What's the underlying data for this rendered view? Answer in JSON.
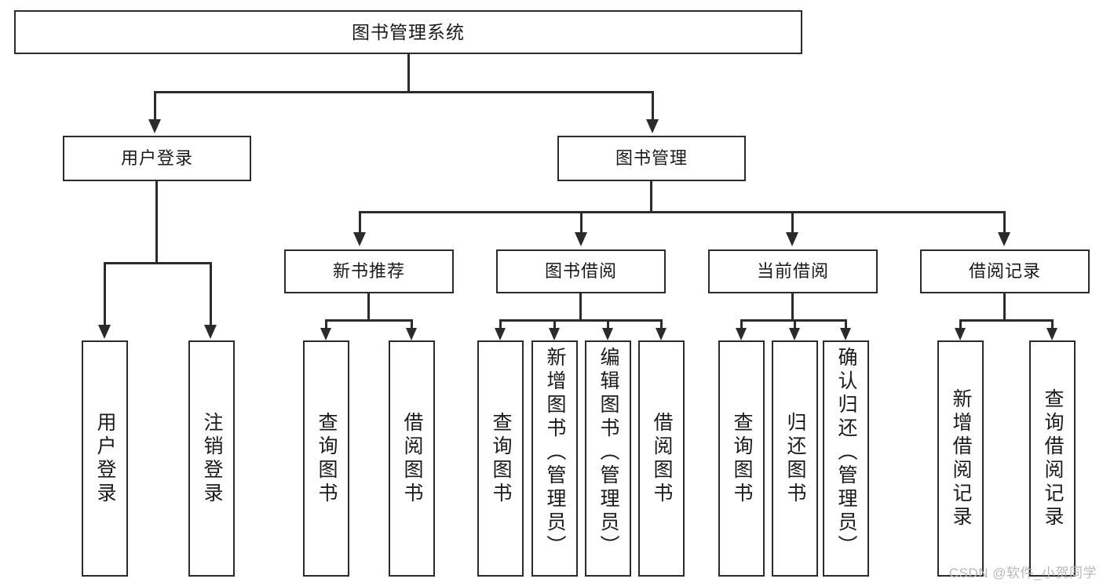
{
  "diagram": {
    "title": "图书管理系统",
    "type": "tree",
    "root": {
      "id": "root",
      "label": "图书管理系统"
    },
    "level2": [
      {
        "id": "user-login",
        "label": "用户登录"
      },
      {
        "id": "book-management",
        "label": "图书管理"
      }
    ],
    "level3": [
      {
        "id": "new-book-recommend",
        "label": "新书推荐",
        "parent": "book-management"
      },
      {
        "id": "book-borrow",
        "label": "图书借阅",
        "parent": "book-management"
      },
      {
        "id": "current-borrow",
        "label": "当前借阅",
        "parent": "book-management"
      },
      {
        "id": "borrow-record",
        "label": "借阅记录",
        "parent": "book-management"
      }
    ],
    "leaves": {
      "user_login": [
        {
          "id": "leaf-user-login",
          "label": "用户登录"
        },
        {
          "id": "leaf-logout",
          "label": "注销登录"
        }
      ],
      "new_book_recommend": [
        {
          "id": "leaf-query-book-1",
          "label": "查询图书"
        },
        {
          "id": "leaf-borrow-book-1",
          "label": "借阅图书"
        }
      ],
      "book_borrow": [
        {
          "id": "leaf-query-book-2",
          "label": "查询图书"
        },
        {
          "id": "leaf-add-book",
          "label": "新增图书（管理员）"
        },
        {
          "id": "leaf-edit-book",
          "label": "编辑图书（管理员）"
        },
        {
          "id": "leaf-borrow-book-2",
          "label": "借阅图书"
        }
      ],
      "current_borrow": [
        {
          "id": "leaf-query-book-3",
          "label": "查询图书"
        },
        {
          "id": "leaf-return-book",
          "label": "归还图书"
        },
        {
          "id": "leaf-confirm-return",
          "label": "确认归还（管理员）"
        }
      ],
      "borrow_record": [
        {
          "id": "leaf-add-record",
          "label": "新增借阅记录"
        },
        {
          "id": "leaf-query-record",
          "label": "查询借阅记录"
        }
      ]
    }
  },
  "watermark": {
    "text": "CSDN @软件_小贺同学"
  },
  "colors": {
    "stroke": "#2b2b2b",
    "background": "#ffffff",
    "text": "#1a1a1a",
    "watermark": "#b9b9b9"
  }
}
